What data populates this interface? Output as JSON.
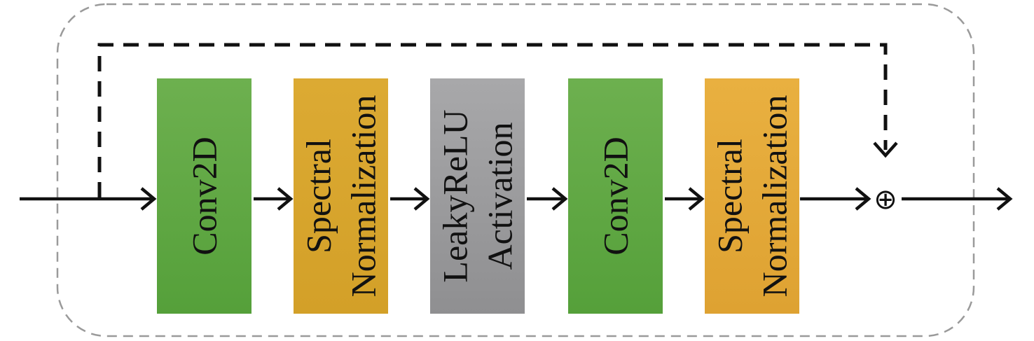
{
  "blocks": [
    {
      "id": "conv2d-1",
      "lines": [
        "Conv2D"
      ],
      "color": "#5fa844"
    },
    {
      "id": "spectral-norm-1",
      "lines": [
        "Spectral",
        "Normalization"
      ],
      "color": "#d6a52c"
    },
    {
      "id": "leakyrelu",
      "lines": [
        "LeakyReLU",
        "Activation"
      ],
      "color": "#9a9a9c"
    },
    {
      "id": "conv2d-2",
      "lines": [
        "Conv2D"
      ],
      "color": "#5fa844"
    },
    {
      "id": "spectral-norm-2",
      "lines": [
        "Spectral",
        "Normalization"
      ],
      "color": "#e3a93a"
    }
  ],
  "sum_symbol": "⊕"
}
